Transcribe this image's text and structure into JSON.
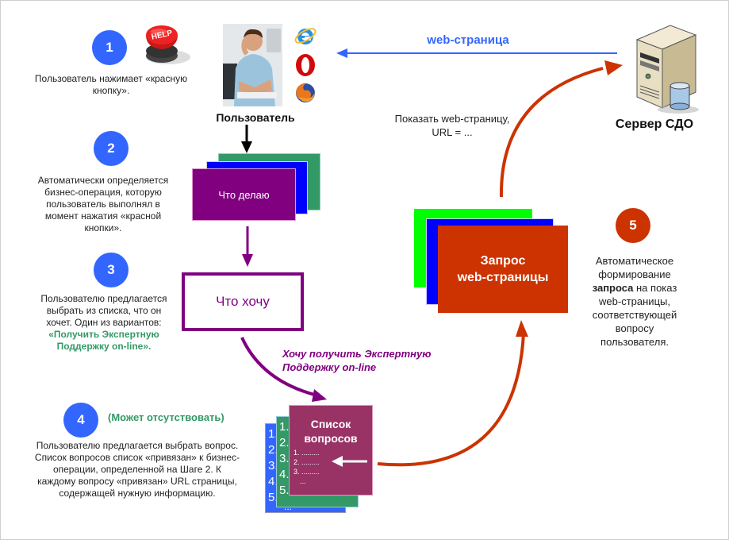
{
  "colors": {
    "step_blue": "#3366ff",
    "step_red": "#cc3300",
    "purple": "#800080",
    "green": "#339966",
    "bright_green": "#00ff00",
    "blue": "#0000ff",
    "magenta_card": "#993366",
    "arrow_red": "#cc3300",
    "link_blue": "#3366ff"
  },
  "steps": [
    {
      "number": "1",
      "text_lines": [
        "Пользователь нажимает «красную",
        "кнопку»."
      ]
    },
    {
      "number": "2",
      "text_lines": [
        "Автоматически определяется",
        "бизнес-операция, которую",
        "пользователь выполнял в",
        "момент нажатия «красной",
        "кнопки»."
      ]
    },
    {
      "number": "3",
      "text_lines": [
        "Пользователю предлагается",
        "выбрать из списка, что он",
        "хочет. Один из вариантов:"
      ],
      "highlight_lines": [
        "«Получить Экспертную",
        "Поддержку on-line»."
      ]
    },
    {
      "number": "4",
      "note": "(Может отсутствовать)",
      "text_lines": [
        "Пользователю предлагается выбрать вопрос.",
        "Список вопросов список «привязан» к бизнес-",
        "операции, определенной на Шаге 2. К",
        "каждому вопросу «привязан» URL страницы,",
        "содержащей нужную информацию."
      ]
    },
    {
      "number": "5",
      "text_lines": [
        "Автоматическое",
        "формирование"
      ],
      "bold_word": "запроса",
      "after_bold": " на показ",
      "text_lines_2": [
        "web-страницы,",
        "соответствующей",
        "вопросу",
        "пользователя."
      ]
    }
  ],
  "icons": {
    "help_button": "HELP",
    "browsers": [
      "internet-explorer",
      "opera",
      "firefox"
    ]
  },
  "user_label": "Пользователь",
  "server_label": "Сервер СДО",
  "web_page_arrow_label": "web-страница",
  "show_page_label_lines": [
    "Показать web-страницу,",
    "URL = ..."
  ],
  "what_i_do_label": "Что делаю",
  "what_i_want_label": "Что хочу",
  "want_expert_lines": [
    "Хочу  получить Экспертную",
    "Поддержку on-line"
  ],
  "question_list": {
    "title_lines": [
      "Список",
      "вопросов"
    ],
    "items": [
      "1. .........",
      "2. .........",
      "3. .........",
      "..."
    ],
    "back_numbers": [
      "1.",
      "2.",
      "3.",
      "4.",
      "5.",
      "..."
    ]
  },
  "request_label_lines": [
    "Запрос",
    "web-страницы"
  ]
}
